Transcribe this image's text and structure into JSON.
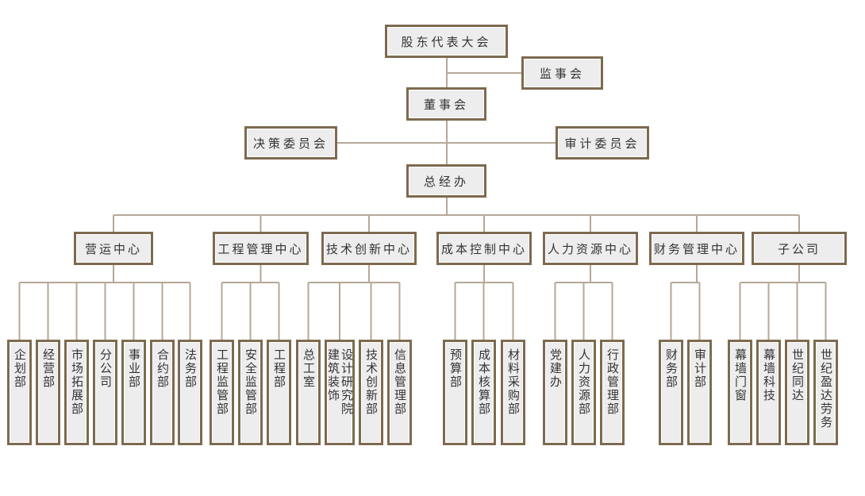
{
  "colors": {
    "border": "#7d6a4f",
    "fill": "#ededed",
    "line": "#b5a896"
  },
  "top": {
    "shareholders": "股东代表大会",
    "supervisors": "监事会",
    "board": "董事会",
    "decision_committee": "决策委员会",
    "audit_committee": "审计委员会",
    "general_office": "总经办"
  },
  "centers": [
    {
      "name": "营运中心",
      "departments": [
        [
          "企划部"
        ],
        [
          "经营部"
        ],
        [
          "市场拓展部"
        ],
        [
          "分公司"
        ],
        [
          "事业部"
        ],
        [
          "合约部"
        ],
        [
          "法务部"
        ]
      ]
    },
    {
      "name": "工程管理中心",
      "departments": [
        [
          "工程监管部"
        ],
        [
          "安全监管部"
        ],
        [
          "工程部"
        ]
      ]
    },
    {
      "name": "技术创新中心",
      "departments": [
        [
          "总工室"
        ],
        [
          "建筑装饰",
          "设计研究院"
        ],
        [
          "技术创新部"
        ],
        [
          "信息管理部"
        ]
      ]
    },
    {
      "name": "成本控制中心",
      "departments": [
        [
          "预算部"
        ],
        [
          "成本核算部"
        ],
        [
          "材料采购部"
        ]
      ]
    },
    {
      "name": "人力资源中心",
      "departments": [
        [
          "党建办"
        ],
        [
          "人力资源部"
        ],
        [
          "行政管理部"
        ]
      ]
    },
    {
      "name": "财务管理中心",
      "departments": [
        [
          "财务部"
        ],
        [
          "审计部"
        ]
      ]
    },
    {
      "name": "子公司",
      "departments": [
        [
          "幕墙门窗"
        ],
        [
          "幕墙科技"
        ],
        [
          "世纪同达"
        ],
        [
          "世纪盈达劳务"
        ]
      ]
    }
  ]
}
